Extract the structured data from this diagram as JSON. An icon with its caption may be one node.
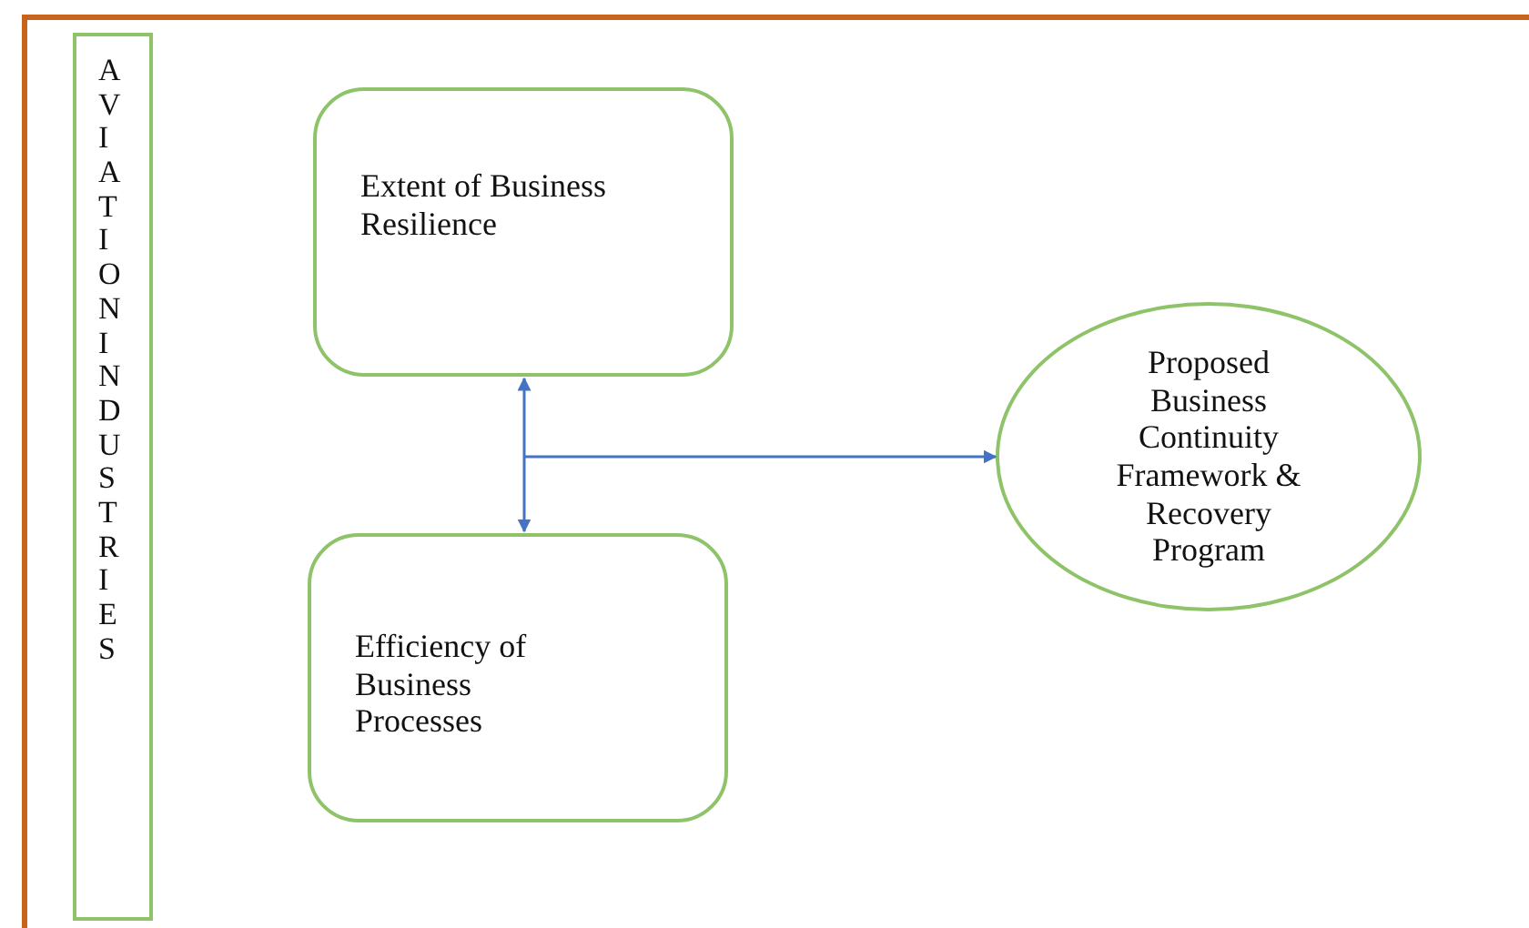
{
  "diagram": {
    "nodes": [
      {
        "text": [
          "AVIATION INDUSTRIES"
        ]
      },
      {
        "text": [
          "Extent of Business Resilience"
        ]
      },
      {
        "text": [
          "Efficiency of Business Processes"
        ]
      },
      {
        "text": [
          "Proposed Business Continuity Framework & Recovery Program"
        ]
      }
    ],
    "edges": [
      {
        "from": 1,
        "to": 2,
        "arrow": "both"
      },
      {
        "from": null,
        "to": 3,
        "arrow": "to"
      }
    ]
  }
}
